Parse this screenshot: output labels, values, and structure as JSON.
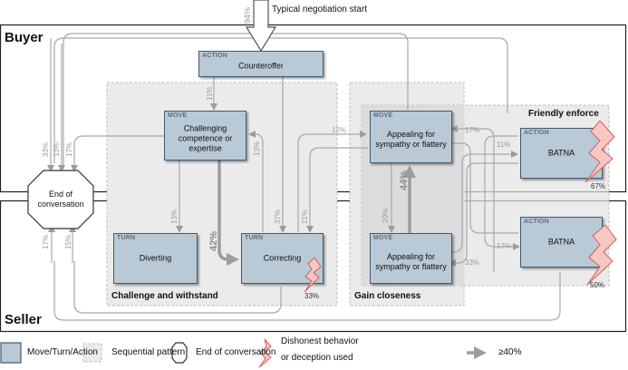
{
  "start": {
    "label": "Typical negotiation start",
    "pct": "94%"
  },
  "lanes": {
    "buyer": "Buyer",
    "seller": "Seller"
  },
  "end_node": {
    "label": "End of conversation"
  },
  "patterns": {
    "challenge": "Challenge and withstand",
    "closeness": "Gain closeness",
    "enforce": "Friendly enforce"
  },
  "nodes": {
    "counteroffer": {
      "kind": "ACTION",
      "label": "Counteroffer"
    },
    "challenging": {
      "kind": "MOVE",
      "label": "Challenging competence or expertise"
    },
    "appealing_buyer": {
      "kind": "MOVE",
      "label": "Appealing for sympathy or flattery"
    },
    "batna_buyer": {
      "kind": "ACTION",
      "label": "BATNA",
      "dishonest_pct": "67%"
    },
    "diverting": {
      "kind": "TURN",
      "label": "Diverting"
    },
    "correcting": {
      "kind": "TURN",
      "label": "Correcting",
      "dishonest_pct": "33%"
    },
    "appealing_seller": {
      "kind": "MOVE",
      "label": "Appealing for sympathy or flattery"
    },
    "batna_seller": {
      "kind": "ACTION",
      "label": "BATNA",
      "dishonest_pct": "50%"
    }
  },
  "edges": {
    "counteroffer_to_challenging": "11%",
    "to_end_33": "33%",
    "to_end_13": "13%",
    "challenging_to_end": "17%",
    "correcting_to_challenging": "13%",
    "challenging_to_diverting": "13%",
    "challenging_to_correcting": "42%",
    "counteroffer_to_correcting": "37%",
    "appealing_to_correcting": "21%",
    "to_appealing_buyer": "12%",
    "batna_to_appealing_buyer": "17%",
    "appealing_to_batna_buyer": "11%",
    "appealing_seller_to_buyer": "44%",
    "appealing_buyer_to_seller": "20%",
    "to_batna_seller": "17%",
    "to_appealing_seller": "33%",
    "seller_to_end_17": "17%",
    "seller_to_end_15": "15%"
  },
  "legend": {
    "box": "Move/Turn/Action",
    "pattern": "Sequential pattern",
    "end": "End of conversation",
    "dishonest_line1": "Dishonest behavior",
    "dishonest_line2": "or deception used",
    "strong": "≥40%"
  }
}
